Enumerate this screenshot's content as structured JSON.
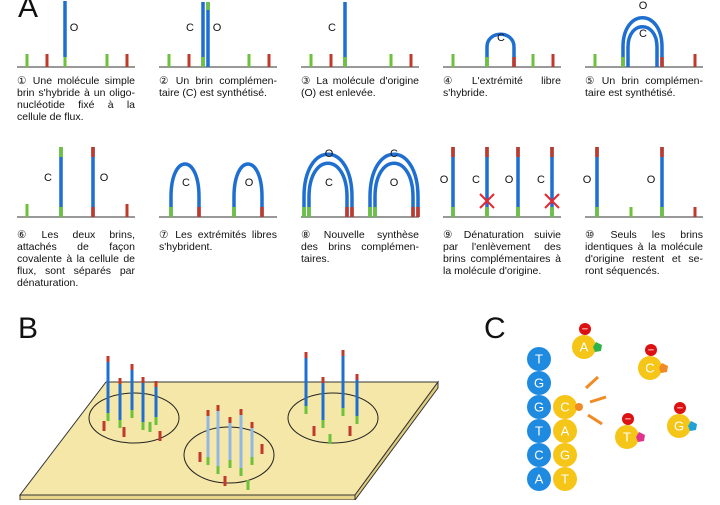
{
  "panels": {
    "a": "A",
    "b": "B",
    "c": "C"
  },
  "steps": [
    {
      "num": "①",
      "text": "Une molécule simple brin s'hybride à un oligo-nucléotide fixé à la cellule de flux."
    },
    {
      "num": "②",
      "text": "Un brin complémen-taire (C) est synthétisé."
    },
    {
      "num": "③",
      "text": "La molécule d'origine (O) est enlevée."
    },
    {
      "num": "④",
      "text": "L'extrémité libre s'hybride."
    },
    {
      "num": "⑤",
      "text": "Un brin complémen-taire est synthétisé."
    },
    {
      "num": "⑥",
      "text": "Les deux brins, attachés de façon covalente à la cellule de flux, sont séparés par dénaturation."
    },
    {
      "num": "⑦",
      "text": "Les extrémités libres s'hybrident."
    },
    {
      "num": "⑧",
      "text": "Nouvelle synthèse des brins complémen-taires."
    },
    {
      "num": "⑨",
      "text": "Dénaturation suivie par l'enlèvement des brins complémentaires à la molécule d'origine."
    },
    {
      "num": "⑩",
      "text": "Seuls les brins identiques à la molécule d'origine restent et se-ront séquencés."
    }
  ],
  "strand_labels": {
    "original": "O",
    "complement": "C"
  },
  "colors": {
    "strand": "#1f6fd1",
    "light_strand": "#8fb8e6",
    "oligo_green": "#6cc23a",
    "oligo_red": "#c0392b",
    "removal_mark": "#e8262c",
    "flowcell": "#f5e7a8"
  },
  "sequencing": {
    "template_bases": [
      "T",
      "G",
      "G",
      "T",
      "C",
      "A"
    ],
    "synthesized_bases": [
      "C",
      "A",
      "G",
      "T"
    ],
    "free_nucleotides": [
      {
        "base": "A",
        "tag_color": "#2db34a"
      },
      {
        "base": "C",
        "tag_color": "#f08a24"
      },
      {
        "base": "T",
        "tag_color": "#e0338f"
      },
      {
        "base": "G",
        "tag_color": "#1fa3d6"
      }
    ],
    "charge_symbol": "−",
    "template_color": "#1f8be0",
    "nucleotide_color": "#f5c518"
  }
}
